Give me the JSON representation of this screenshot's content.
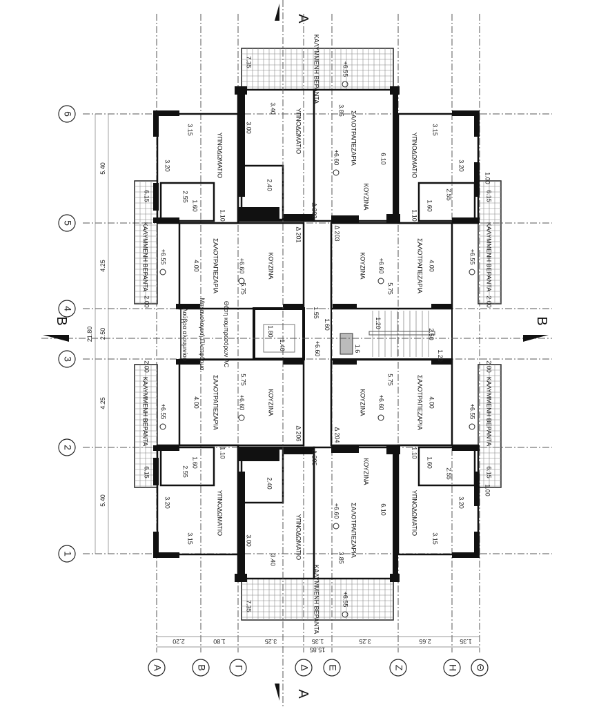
{
  "grid": {
    "columns": [
      "A",
      "B",
      "Γ",
      "Δ",
      "E",
      "Z",
      "H",
      "Θ"
    ],
    "rows": [
      "6",
      "5",
      "4",
      "3",
      "2",
      "1"
    ]
  },
  "sections": {
    "a": "A",
    "b": "B"
  },
  "dimensions": {
    "vertical": [
      "5.40",
      "4.25",
      "2.50",
      "4.25",
      "5.40"
    ],
    "vertical_total": "21.80",
    "horizontal": [
      "2.20",
      "1.80",
      "3.25",
      "1.35",
      "3.25",
      "2.65",
      "1.35"
    ],
    "horizontal_total": "15.85"
  },
  "labels_upper": [
    "ΥΠΝΟΔΩΜΑΤΙΟ",
    "3.20",
    "3.15",
    "2.55",
    "1.60",
    "1.10",
    "ΣΑΛΟΤΡΑΠΕΖΑΡΙΑ",
    "+6.60",
    "ΚΟΥΖΙΝΑ",
    "4.00",
    "5.75",
    "Δ 201",
    "ΚΑΛΥΜΜΕΝΗ ΒΕΡΑΝΤΑ",
    "+6.55",
    "6.15",
    "2.00",
    "ΥΠΝΟΔΩΜΑΤΙΟ",
    "3.00",
    "3.40",
    "2.40",
    "ΣΑΛΟΤΡΑΠΕΖΑΡΙΑ",
    "+6.60",
    "ΚΟΥΖΙΝΑ",
    "6.10",
    "3.85",
    "Δ 202",
    "Δ 203",
    "ΚΑΛΥΜΜΕΝΗ ΒΕΡΑΝΤΑ",
    "+6.55",
    "7.35",
    "ΥΠΝΟΔΩΜΑΤΙΟ",
    "3.20",
    "3.15",
    "1.00",
    "2.55",
    "1.60",
    "1.10",
    "ΣΑΛΟΤΡΑΠΕΖΑΡΙΑ",
    "+6.60",
    "ΚΟΥΖΙΝΑ",
    "4.00",
    "5.75",
    "ΚΑΛΥΜΜΕΝΗ ΒΕΡΑΝΤΑ",
    "+6.55",
    "6.15",
    "2.00"
  ],
  "labels_lower": [
    "ΥΠΝΟΔΩΜΑΤΙΟ",
    "3.20",
    "3.15",
    "2.55",
    "1.60",
    "1.10",
    "ΣΑΛΟΤΡΑΠΕΖΑΡΙΑ",
    "+6.60",
    "ΚΟΥΖΙΝΑ",
    "4.00",
    "5.75",
    "Δ 206",
    "ΚΑΛΥΜΜΕΝΗ ΒΕΡΑΝΤΑ",
    "+6.55",
    "6.15",
    "2.00",
    "ΥΠΝΟΔΩΜΑΤΙΟ",
    "3.00",
    "3.40",
    "2.40",
    "ΣΑΛΟΤΡΑΠΕΖΑΡΙΑ",
    "+6.60",
    "ΚΟΥΖΙΝΑ",
    "6.10",
    "3.85",
    "Δ 205",
    "Δ 204",
    "ΚΑΛΥΜΜΕΝΗ ΒΕΡΑΝΤΑ",
    "+6.55",
    "7.35",
    "ΥΠΝΟΔΩΜΑΤΙΟ",
    "3.20",
    "3.15",
    "1.00",
    "2.55",
    "1.60",
    "1.10",
    "ΣΑΛΟΤΡΑΠΕΖΑΡΙΑ",
    "+6.60",
    "ΚΟΥΖΙΝΑ",
    "4.00",
    "5.75",
    "ΚΑΛΥΜΜΕΝΗ ΒΕΡΑΝΤΑ",
    "+6.55",
    "6.15",
    "2.00"
  ],
  "core": {
    "louvre": "Λούβρα αλουμινίου",
    "platform": "Μηχανολογική Πλατφόρμα",
    "ac": "Θέση κομπρεσόρων AC",
    "level": "+6.60",
    "dims": [
      "1.55",
      "1.60",
      "1.40",
      "1.80",
      "1.20",
      "2.50",
      "1.20",
      "1.6"
    ]
  }
}
